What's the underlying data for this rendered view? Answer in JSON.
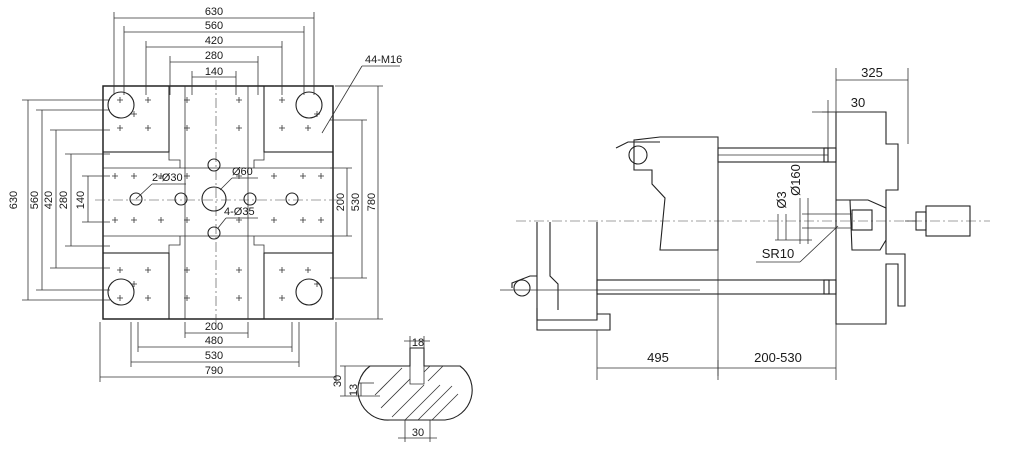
{
  "platen": {
    "top_dims": [
      "630",
      "560",
      "420",
      "280",
      "140"
    ],
    "left_dims": [
      "630",
      "560",
      "420",
      "280",
      "140"
    ],
    "right_dims": [
      "200",
      "530",
      "780"
    ],
    "bottom_dims": [
      "200",
      "480",
      "530",
      "790"
    ],
    "callouts": {
      "thread": "44-M16",
      "hole_2": "2-Ø30",
      "hole_center": "Ø60",
      "hole_4": "4-Ø35"
    }
  },
  "slot": {
    "dims": [
      "18",
      "30",
      "13",
      "30"
    ]
  },
  "side_view": {
    "dims": {
      "top_325": "325",
      "top_30": "30",
      "d3": "Ø3",
      "d160": "Ø160",
      "sr10": "SR10",
      "bottom_495": "495",
      "bottom_stroke": "200-530"
    }
  }
}
